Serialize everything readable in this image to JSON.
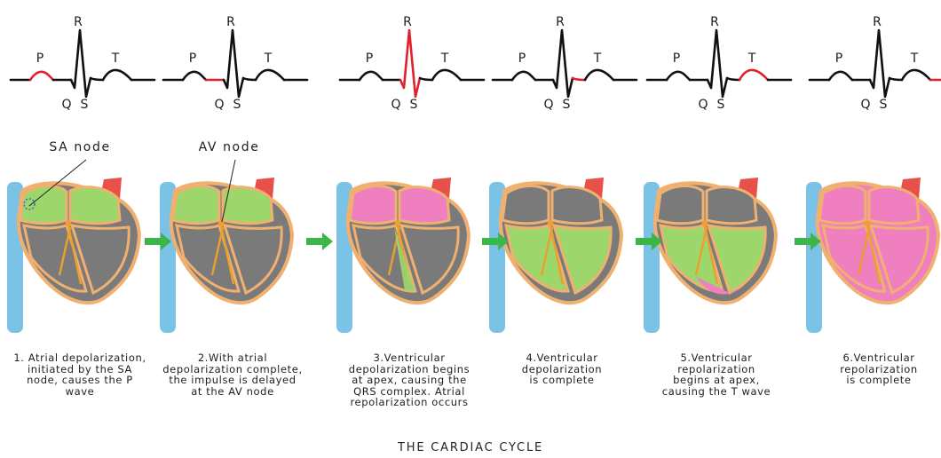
{
  "title": "THE CARDIAC CYCLE",
  "wave_labels": {
    "p": "P",
    "q": "Q",
    "r": "R",
    "s": "S",
    "t": "T"
  },
  "node_labels": {
    "sa": "SA node",
    "av": "AV node"
  },
  "colors": {
    "trace": "#111111",
    "highlight": "#e0202a",
    "arrow": "#3cb54a",
    "vessel": "#7bc3e6",
    "heart_outline": "#f0b070",
    "chamber_gray": "#7a7a7a",
    "depolarized_green": "#9dd66b",
    "repolarized_pink": "#f07fc0",
    "aorta_red": "#e8504a"
  },
  "stages": [
    {
      "step": 1,
      "caption": "1. Atrial depolarization,\ninitiated by the SA\nnode, causes the P\nwave",
      "highlight_segment": "P",
      "atria_state": "green",
      "ventricles_state": "gray",
      "node_marker": "SA"
    },
    {
      "step": 2,
      "caption": "2.With atrial\ndepolarization complete,\nthe impulse is delayed\nat the AV node",
      "highlight_segment": "PR",
      "atria_state": "green",
      "ventricles_state": "gray",
      "node_marker": "AV"
    },
    {
      "step": 3,
      "caption": "3.Ventricular\ndepolarization begins\nat apex, causing the\nQRS complex. Atrial\nrepolarization occurs",
      "highlight_segment": "QRS",
      "atria_state": "pink",
      "ventricles_state": "gray-septum-green",
      "node_marker": ""
    },
    {
      "step": 4,
      "caption": "4.Ventricular\ndepolarization\nis complete",
      "highlight_segment": "ST",
      "atria_state": "gray",
      "ventricles_state": "green",
      "node_marker": ""
    },
    {
      "step": 5,
      "caption": "5.Ventricular\nrepolarization\nbegins at apex,\ncausing the T wave",
      "highlight_segment": "T",
      "atria_state": "gray",
      "ventricles_state": "green-apex-pink",
      "node_marker": ""
    },
    {
      "step": 6,
      "caption": "6.Ventricular\nrepolarization\nis complete",
      "highlight_segment": "END",
      "atria_state": "pink",
      "ventricles_state": "pink",
      "node_marker": ""
    }
  ]
}
